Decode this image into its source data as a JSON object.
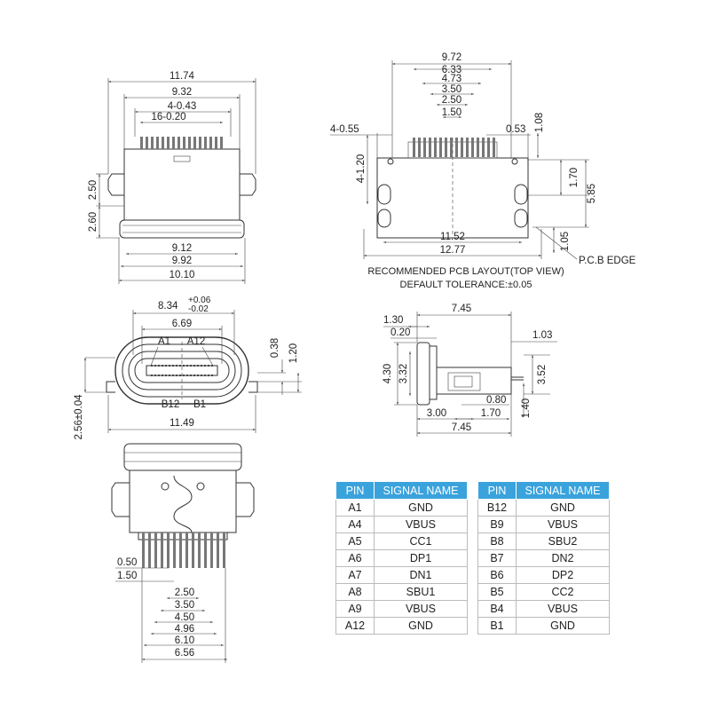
{
  "top_left": {
    "d1": "11.74",
    "d2": "9.32",
    "d3": "4-0.43",
    "d4": "16-0.20",
    "d5": "2.50",
    "d6": "2.60",
    "d7": "9.12",
    "d8": "9.92",
    "d9": "10.10"
  },
  "top_right": {
    "d1": "9.72",
    "d2": "6.33",
    "d3": "4.73",
    "d4": "3.50",
    "d5": "2.50",
    "d6": "1.50",
    "d7": "4-0.55",
    "d8": "4-1.20",
    "d9": "0.53",
    "d10": "1.08",
    "d11": "1.70",
    "d12": "5.85",
    "d13": "11.52",
    "d14": "12.77",
    "d15": "1.05",
    "pcb_edge": "P.C.B EDGE",
    "note1": "RECOMMENDED PCB LAYOUT(TOP VIEW)",
    "note2": "DEFAULT TOLERANCE:±0.05"
  },
  "front": {
    "d1_base": "8.34",
    "d1_plus": "+0.06",
    "d1_minus": "-0.02",
    "d2": "6.69",
    "a1": "A1",
    "a12": "A12",
    "b12": "B12",
    "b1": "B1",
    "d3": "0.38",
    "d4": "1.20",
    "d5": "2.56±0.04",
    "d6": "11.49"
  },
  "side": {
    "d1": "7.45",
    "d2": "1.30",
    "d3": "0.20",
    "d4": "1.03",
    "d5": "4.30",
    "d6": "3.32",
    "d7": "3.52",
    "d8": "0.80",
    "d9": "1.40",
    "d10": "3.00",
    "d11": "1.70",
    "d12": "7.45"
  },
  "bottom": {
    "d1": "0.50",
    "d2": "1.50",
    "d3": "2.50",
    "d4": "3.50",
    "d5": "4.50",
    "d6": "4.96",
    "d7": "6.10",
    "d8": "6.56"
  },
  "pin_table": {
    "headers": [
      "PIN",
      "SIGNAL NAME"
    ],
    "left": [
      [
        "A1",
        "GND"
      ],
      [
        "A4",
        "VBUS"
      ],
      [
        "A5",
        "CC1"
      ],
      [
        "A6",
        "DP1"
      ],
      [
        "A7",
        "DN1"
      ],
      [
        "A8",
        "SBU1"
      ],
      [
        "A9",
        "VBUS"
      ],
      [
        "A12",
        "GND"
      ]
    ],
    "right": [
      [
        "B12",
        "GND"
      ],
      [
        "B9",
        "VBUS"
      ],
      [
        "B8",
        "SBU2"
      ],
      [
        "B7",
        "DN2"
      ],
      [
        "B6",
        "DP2"
      ],
      [
        "B5",
        "CC2"
      ],
      [
        "B4",
        "VBUS"
      ],
      [
        "B1",
        "GND"
      ]
    ]
  }
}
